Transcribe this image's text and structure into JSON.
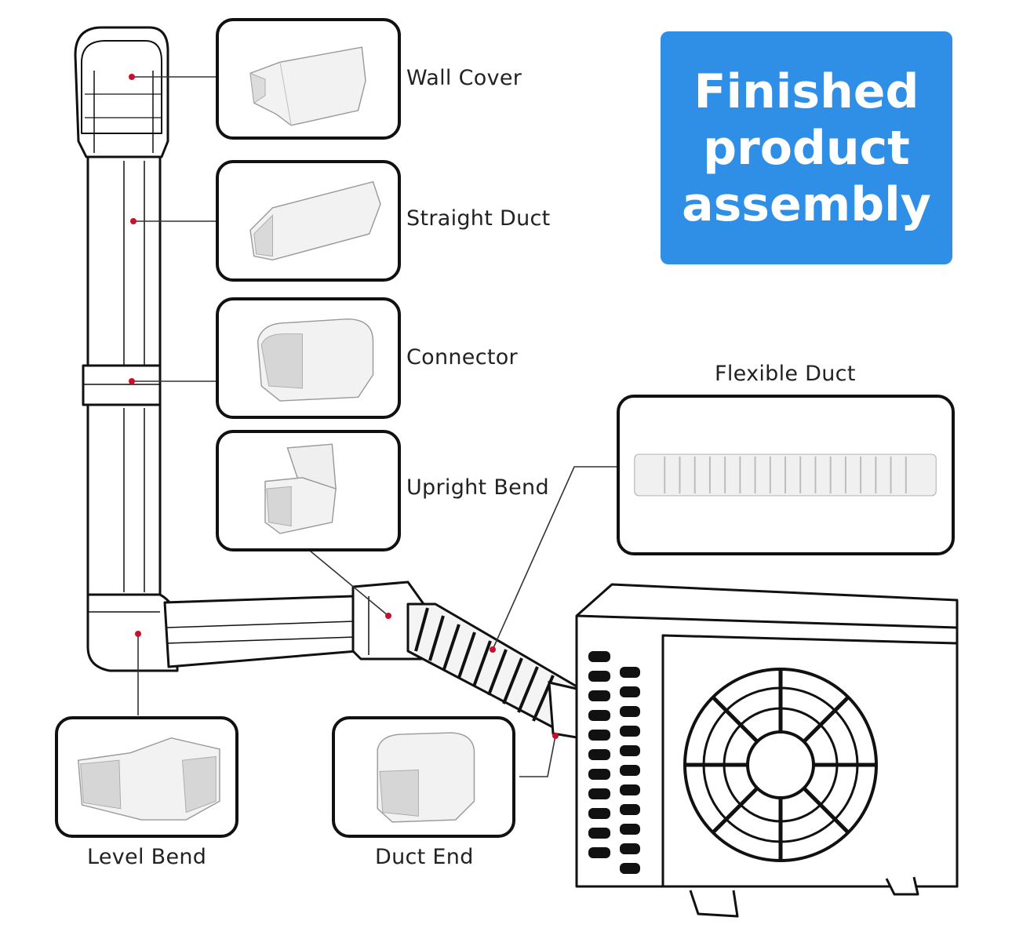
{
  "banner": {
    "text": "Finished\nproduct\nassembly",
    "color": "#2f8fe6"
  },
  "parts": [
    {
      "id": "wall-cover",
      "label": "Wall Cover"
    },
    {
      "id": "straight-duct",
      "label": "Straight Duct"
    },
    {
      "id": "connector",
      "label": "Connector"
    },
    {
      "id": "upright-bend",
      "label": "Upright Bend"
    },
    {
      "id": "flexible-duct",
      "label": "Flexible Duct"
    },
    {
      "id": "level-bend",
      "label": "Level Bend"
    },
    {
      "id": "duct-end",
      "label": "Duct End"
    }
  ],
  "colors": {
    "pin": "#c8102e",
    "outline": "#111111"
  }
}
